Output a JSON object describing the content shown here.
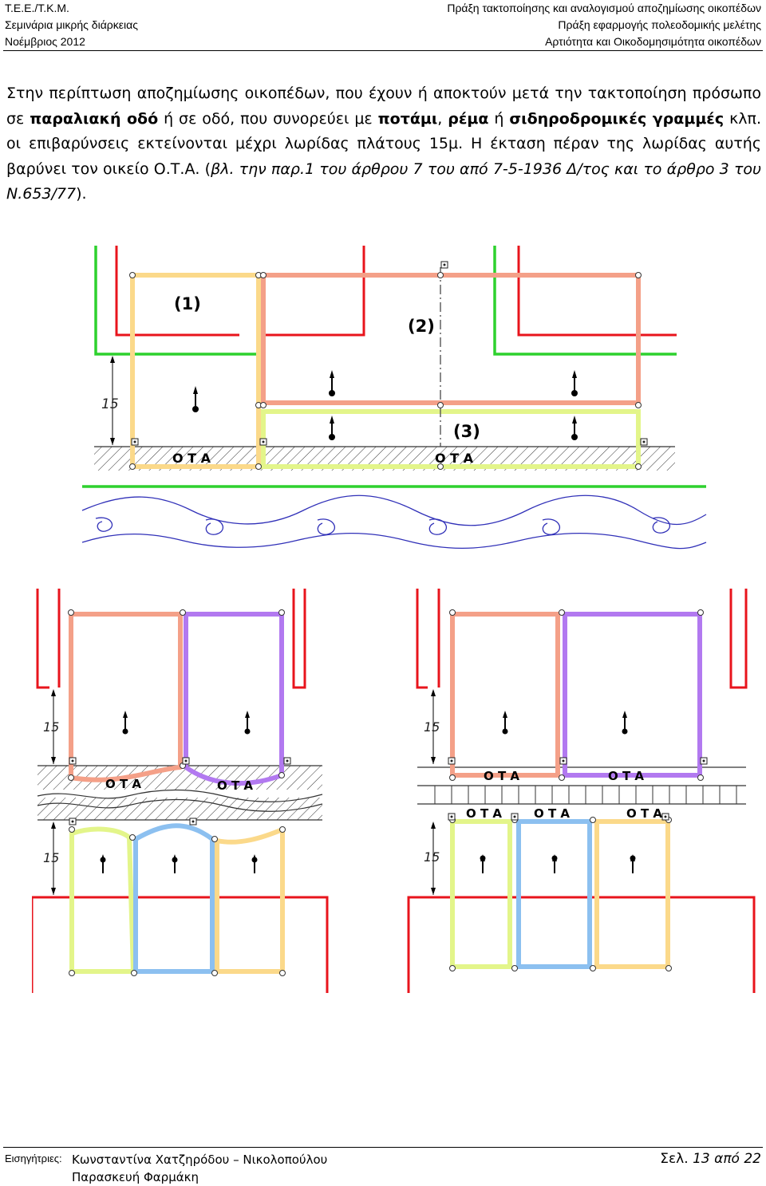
{
  "header": {
    "left": [
      "Τ.Ε.Ε./Τ.Κ.Μ.",
      "Σεμινάρια μικρής διάρκειας",
      "Νοέμβριος 2012"
    ],
    "right": [
      "Πράξη τακτοποίησης και αναλογισμού αποζημίωσης οικοπέδων",
      "Πράξη εφαρμογής πολεοδομικής μελέτης",
      "Αρτιότητα και Οικοδομησιμότητα οικοπέδων"
    ]
  },
  "body": {
    "t1": "Στην περίπτωση αποζημίωσης οικοπέδων, που έχουν ή αποκτούν μετά την τακτοποίηση πρόσωπο σε ",
    "b1": "παραλιακή οδό",
    "t2": " ή σε οδό, που συνορεύει με ",
    "b2": "ποτάμι",
    "t3": ", ",
    "b3": "ρέμα",
    "t4": " ή ",
    "b4": "σιδηροδρομικές γραμμές",
    "t5": " κλπ. οι επιβαρύνσεις εκτείνονται μέχρι λωρίδας πλάτους 15μ. Η έκταση πέραν της λωρίδας αυτής βαρύνει τον οικείο Ο.Τ.Α. (",
    "i1": "βλ. την παρ.1 του άρθρου 7 του από 7-5-1936 Δ/τος και το άρθρο 3 του Ν.653/77",
    "t6": ")."
  },
  "figures": {
    "top": {
      "label1": "(1)",
      "label2": "(2)",
      "label3": "(3)",
      "dim": "15",
      "ota": "Ο Τ Α"
    },
    "bottom_left": {
      "dim": "15",
      "ota": "Ο Τ Α"
    },
    "bottom_right": {
      "dim": "15",
      "ota": "Ο Τ Α"
    }
  },
  "colors": {
    "red": "#e8141c",
    "green": "#2ed12e",
    "salmon": "#f4a088",
    "yellow": "#fbd98a",
    "lime": "#e3f58a",
    "purple": "#b279f0",
    "blue": "#8cc0f0",
    "wave": "#3030b8",
    "hatch": "#333333"
  },
  "footer": {
    "label": "Εισηγήτριες:",
    "name1": "Κωνσταντίνα Χατζηρόδου – Νικολοπούλου",
    "name2": "Παρασκευή Φαρμάκη",
    "page_prefix": "Σελ. ",
    "page_num": "13",
    "page_mid": " από ",
    "page_total": "22"
  }
}
